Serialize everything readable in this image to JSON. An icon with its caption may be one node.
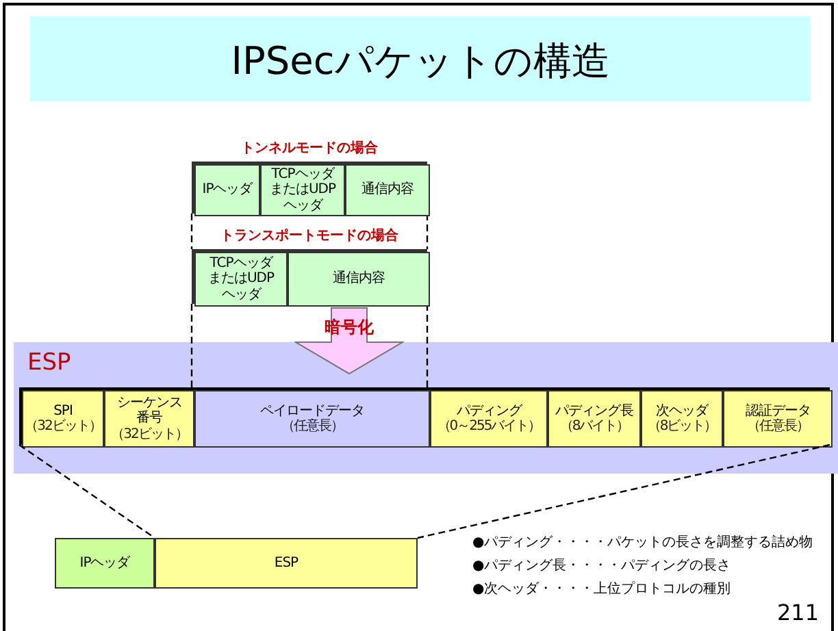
{
  "diagram": {
    "title": "IPSecパケットの構造",
    "nodes": [
      {
        "text": [
          "トンネルモードの場合"
        ]
      },
      {
        "text": [
          "IPヘッダ"
        ],
        "in": 0
      },
      {
        "text": [
          "TCPヘッダまたはUDPヘッダ"
        ],
        "in": 0
      },
      {
        "text": [
          "通信内容"
        ],
        "in": 0
      },
      {
        "text": [
          "トランスポートモードの場合"
        ]
      },
      {
        "text": [
          "TCPヘッダまたはUDPヘッダ"
        ],
        "in": 4
      },
      {
        "text": [
          "通信内容"
        ],
        "in": 4
      },
      {
        "text": [
          "暗号化"
        ]
      },
      {
        "text": [
          "ESP"
        ]
      },
      {
        "text": [],
        "shape": "box",
        "in": 8
      },
      {
        "text": [
          "SPI",
          "（32ビット）"
        ],
        "in": 9
      },
      {
        "text": [
          "シーケンス番号",
          "（32ビット）"
        ],
        "in": 9
      },
      {
        "text": [
          "ペイロードデータ",
          "（任意長）"
        ],
        "in": 9
      },
      {
        "text": [
          "パディング",
          "（0～255バイト）"
        ],
        "in": 9
      },
      {
        "text": [
          "パディング長",
          "（8バイト）"
        ],
        "in": 9
      },
      {
        "text": [
          "次ヘッダ",
          "（8ビット）"
        ],
        "in": 9
      },
      {
        "text": [
          "認証データ",
          "（任意長）"
        ],
        "in": 9
      },
      {
        "text": [
          "IPヘッダ"
        ]
      },
      {
        "text": [
          "ESP"
        ]
      }
    ],
    "edges": [
      {
        "from": 1,
        "to": 5,
        "arrow": "none",
        "style": "dashed"
      },
      {
        "from": 3,
        "to": 6,
        "arrow": "none",
        "style": "dashed"
      },
      {
        "from": 5,
        "to": 12,
        "arrow": "none",
        "style": "dashed"
      },
      {
        "from": 6,
        "to": 12,
        "arrow": "none",
        "style": "dashed"
      },
      {
        "from": 10,
        "to": 18,
        "arrow": "none",
        "style": "dashed"
      },
      {
        "from": 16,
        "to": 18,
        "arrow": "none",
        "style": "dashed"
      }
    ],
    "labels": [
      "●パディング・・・・パケットの長さを調整する詰め物",
      "●パディング長・・・・パディングの長さ",
      "●次ヘッダ・・・・上位プロトコルの種別",
      "211"
    ]
  }
}
